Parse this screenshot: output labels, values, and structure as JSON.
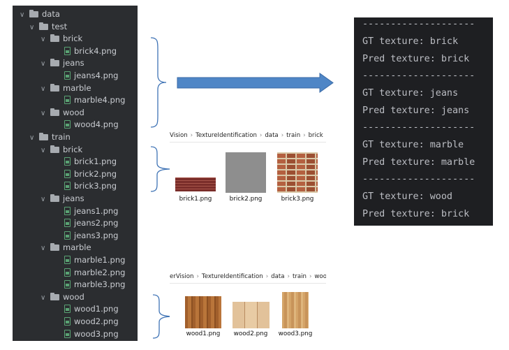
{
  "tree": {
    "root": "data",
    "test": {
      "label": "test",
      "folders": [
        {
          "label": "brick",
          "file": "brick4.png"
        },
        {
          "label": "jeans",
          "file": "jeans4.png"
        },
        {
          "label": "marble",
          "file": "marble4.png"
        },
        {
          "label": "wood",
          "file": "wood4.png"
        }
      ]
    },
    "train": {
      "label": "train",
      "folders": [
        {
          "label": "brick",
          "files": [
            "brick1.png",
            "brick2.png",
            "brick3.png"
          ]
        },
        {
          "label": "jeans",
          "files": [
            "jeans1.png",
            "jeans2.png",
            "jeans3.png"
          ]
        },
        {
          "label": "marble",
          "files": [
            "marble1.png",
            "marble2.png",
            "marble3.png"
          ]
        },
        {
          "label": "wood",
          "files": [
            "wood1.png",
            "wood2.png",
            "wood3.png"
          ]
        }
      ]
    }
  },
  "explorer_brick": {
    "breadcrumb": [
      "Vision",
      "TextureIdentification",
      "data",
      "train",
      "brick"
    ],
    "files": [
      "brick1.png",
      "brick2.png",
      "brick3.png"
    ]
  },
  "explorer_wood": {
    "breadcrumb": [
      "erVision",
      "TextureIdentification",
      "data",
      "train",
      "wood"
    ],
    "files": [
      "wood1.png",
      "wood2.png",
      "wood3.png"
    ]
  },
  "console": {
    "separator": "--------------------",
    "results": [
      {
        "gt": "GT texture: brick",
        "pred": "Pred texture: brick"
      },
      {
        "gt": "GT texture: jeans",
        "pred": "Pred texture: jeans"
      },
      {
        "gt": "GT texture: marble",
        "pred": "Pred texture: marble"
      },
      {
        "gt": "GT texture: wood",
        "pred": "Pred texture: brick"
      }
    ]
  },
  "colors": {
    "tree_bg": "#2b2d30",
    "console_bg": "#1e1f22",
    "arrow": "#4f86c6",
    "brace": "#3f73b5"
  }
}
